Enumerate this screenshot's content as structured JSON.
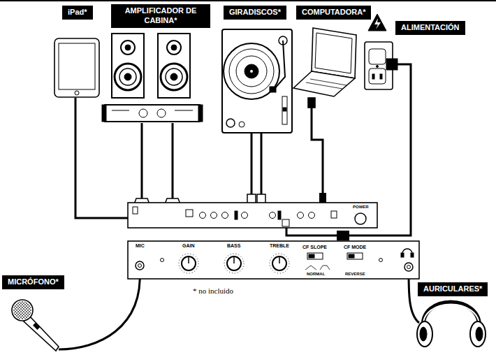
{
  "diagram": {
    "nodes": [
      {
        "text": [
          "iPad*"
        ]
      },
      {
        "text": [
          "AMPLIFICADOR DE CABINA*"
        ]
      },
      {
        "text": [
          "GIRADISCOS*"
        ]
      },
      {
        "text": [
          "COMPUTADORA*"
        ]
      },
      {
        "text": [
          "ALIMENTACIÓN"
        ]
      },
      {
        "text": [
          "MICRÓFONO*"
        ]
      },
      {
        "text": [
          "AURICULARES*"
        ]
      }
    ],
    "labels": [
      "MIC",
      "GAIN",
      "BASS",
      "TREBLE",
      "CF SLOPE",
      "CF MODE",
      "NORMAL",
      "REVERSE",
      "POWER",
      "* no incluido"
    ]
  }
}
